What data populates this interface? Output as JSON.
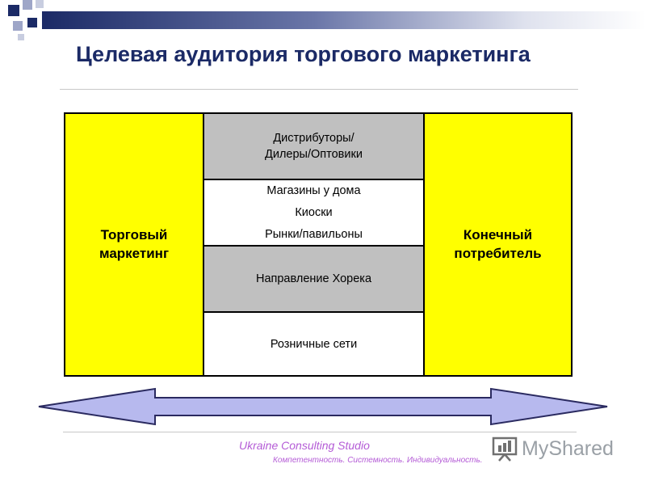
{
  "title": "Целевая аудитория торгового маркетинга",
  "left_box": {
    "lines": [
      "Торговый",
      "маркетинг"
    ]
  },
  "right_box": {
    "lines": [
      "Конечный",
      "потребитель"
    ]
  },
  "middle": [
    {
      "lines": [
        "Дистрибуторы/",
        "Дилеры/Оптовики"
      ]
    },
    {
      "lines": [
        "Магазины у дома",
        "Киоски",
        "Рынки/павильоны"
      ]
    },
    {
      "lines": [
        "Направление Хорека"
      ]
    },
    {
      "lines": [
        "Розничные сети"
      ]
    }
  ],
  "footer": {
    "company": "Ukraine Consulting Studio",
    "tagline": "Компетентность. Системность. Индивидуальность."
  },
  "watermark": {
    "text": "MyShared"
  },
  "colors": {
    "accent": "#1b2a66",
    "yellow": "#ffff00",
    "grey": "#c0c0c0",
    "arrow_fill": "#b7b9ee",
    "footer_text": "#b45bd6"
  }
}
